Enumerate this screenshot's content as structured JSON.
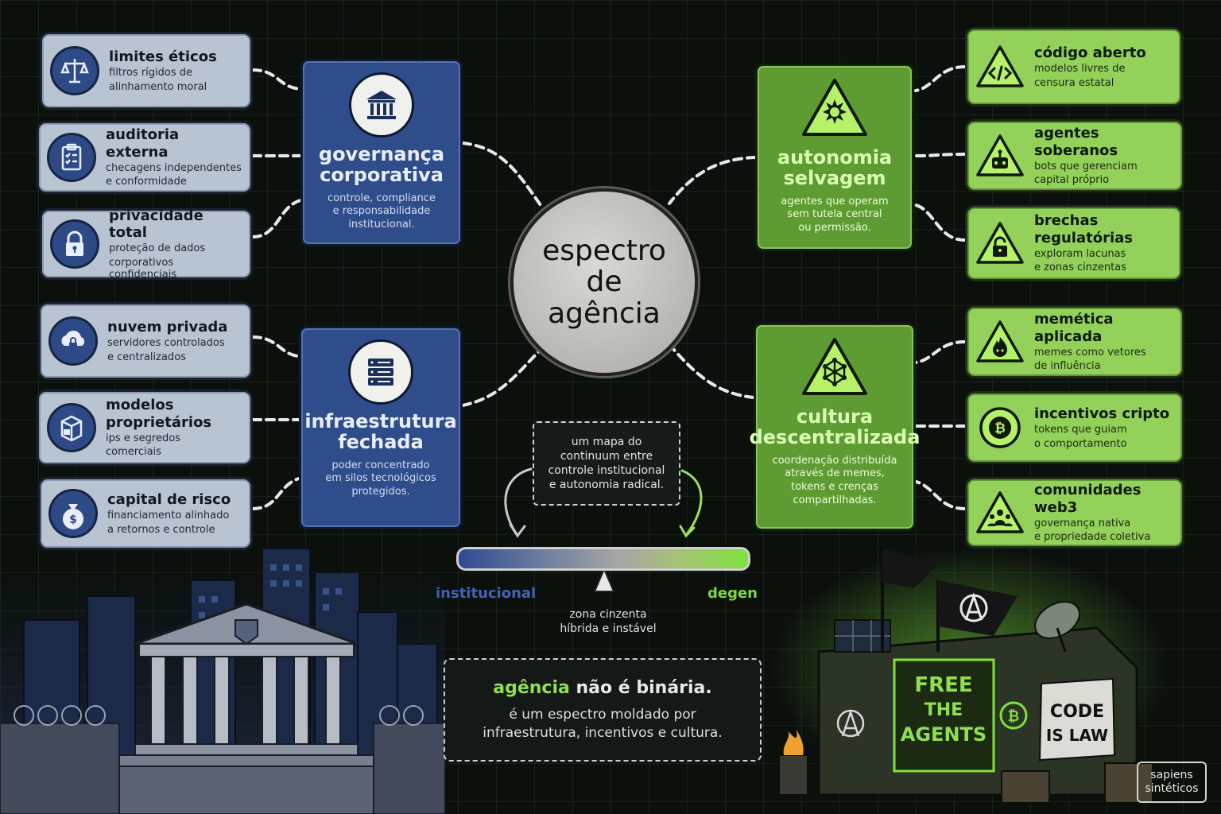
{
  "center": {
    "line1": "espectro",
    "line2": "de",
    "line3": "agência"
  },
  "left_hubs": [
    {
      "title_line1": "governança",
      "title_line2": "corporativa",
      "desc_line1": "controle, compliance",
      "desc_line2": "e responsabilidade",
      "desc_line3": "institucional.",
      "icon": "bank-icon"
    },
    {
      "title_line1": "infraestrutura",
      "title_line2": "fechada",
      "desc_line1": "poder concentrado",
      "desc_line2": "em silos tecnológicos",
      "desc_line3": "protegidos.",
      "icon": "server-icon"
    }
  ],
  "right_hubs": [
    {
      "title_line1": "autonomia",
      "title_line2": "selvagem",
      "desc_line1": "agentes que operam",
      "desc_line2": "sem tutela central",
      "desc_line3": "ou permissão.",
      "icon": "chaos-warning-icon"
    },
    {
      "title_line1": "cultura",
      "title_line2": "descentralizada",
      "desc_line1": "coordenação distribuída",
      "desc_line2": "através de memes,",
      "desc_line3": "tokens e crenças",
      "desc_line4": "compartilhadas.",
      "icon": "network-warning-icon"
    }
  ],
  "left_cards": [
    {
      "title": "limites éticos",
      "desc_line1": "filtros rígidos de",
      "desc_line2": "alinhamento moral",
      "icon": "scales-icon"
    },
    {
      "title": "auditoria externa",
      "desc_line1": "checagens independentes",
      "desc_line2": "e conformidade",
      "icon": "clipboard-icon"
    },
    {
      "title": "privacidade total",
      "desc_line1": "proteção de dados",
      "desc_line2": "corporativos confidenciais",
      "icon": "padlock-icon"
    },
    {
      "title": "nuvem privada",
      "desc_line1": "servidores controlados",
      "desc_line2": "e centralizados",
      "icon": "cloud-lock-icon"
    },
    {
      "title": "modelos proprietários",
      "title_line1": "modelos",
      "title_line2": "proprietários",
      "desc_line1": "ips e segredos",
      "desc_line2": "comerciais",
      "icon": "locked-box-icon"
    },
    {
      "title": "capital de risco",
      "desc_line1": "financiamento alinhado",
      "desc_line2": "a retornos e controle",
      "icon": "money-bag-icon"
    }
  ],
  "right_cards": [
    {
      "title": "código aberto",
      "desc_line1": "modelos livres de",
      "desc_line2": "censura estatal",
      "icon": "code-icon"
    },
    {
      "title": "agentes soberanos",
      "desc_line1": "bots que gerenciam",
      "desc_line2": "capital próprio",
      "icon": "robot-icon"
    },
    {
      "title_line1": "brechas",
      "title_line2": "regulatórias",
      "desc_line1": "exploram lacunas",
      "desc_line2": "e zonas cinzentas",
      "icon": "unlocked-padlock-icon"
    },
    {
      "title": "memética aplicada",
      "desc_line1": "memes como vetores",
      "desc_line2": "de influência",
      "icon": "fire-icon"
    },
    {
      "title": "incentivos cripto",
      "desc_line1": "tokens que guiam",
      "desc_line2": "o comportamento",
      "icon": "bitcoin-icon"
    },
    {
      "title": "comunidades web3",
      "desc_line1": "governança nativa",
      "desc_line2": "e propriedade coletiva",
      "icon": "community-icon"
    }
  ],
  "note": {
    "line1": "um mapa do",
    "line2": "continuum entre",
    "line3": "controle institucional",
    "line4": "e autonomia radical."
  },
  "spectrum": {
    "left_label": "institucional",
    "right_label": "degen",
    "zone_line1": "zona cinzenta",
    "zone_line2": "híbrida e instável"
  },
  "bottom": {
    "accent": "agência",
    "headline_rest": " não é binária.",
    "sub_line1": "é um espectro moldado por",
    "sub_line2": "infraestrutura, incentivos e cultura."
  },
  "scene_text": {
    "banner_free_line1": "FREE",
    "banner_free_line2": "THE",
    "banner_free_line3": "AGENTS",
    "banner_code_line1": "CODE",
    "banner_code_line2": "IS LAW"
  },
  "brand": {
    "line1": "sapiens",
    "line2": "sintéticos"
  },
  "colors": {
    "institutional_blue": "#2f4d8b",
    "degen_green": "#7fe13b",
    "card_blue": "#b9c4d3",
    "card_green": "#93d15a"
  }
}
